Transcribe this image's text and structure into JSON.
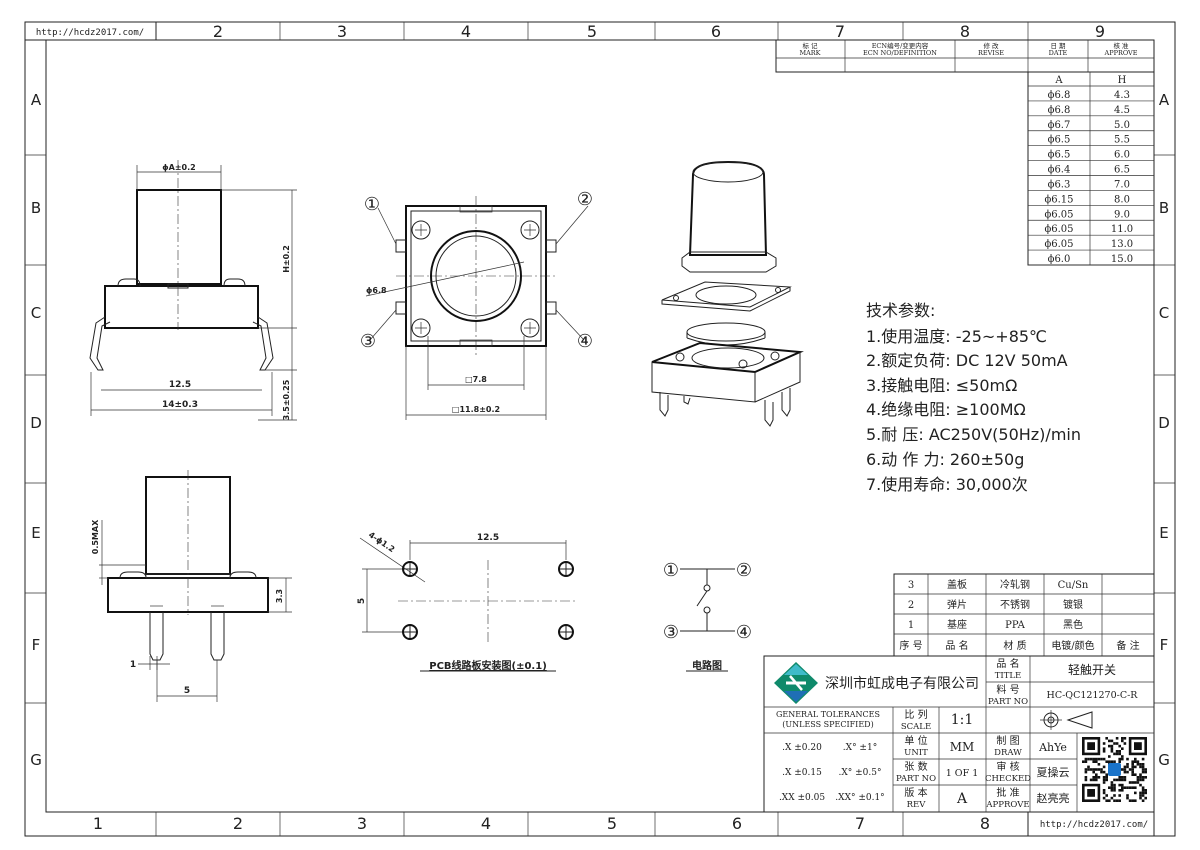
{
  "website": "http://hcdz2017.com/",
  "col_numbers": [
    "1",
    "2",
    "3",
    "4",
    "5",
    "6",
    "7",
    "8",
    "9"
  ],
  "row_letters": [
    "A",
    "B",
    "C",
    "D",
    "E",
    "F",
    "G"
  ],
  "revision_header": {
    "mark_cn": "标 记",
    "mark_en": "MARK",
    "ecn_cn": "ECN编号/变更内容",
    "ecn_en": "ECN NO/DEFINITION",
    "revise_cn": "修 改",
    "revise_en": "REVISE",
    "date_cn": "日 期",
    "date_en": "DATE",
    "approve_cn": "核 准",
    "approve_en": "APPROVE"
  },
  "height_table": {
    "headers": [
      "A",
      "H"
    ],
    "rows": [
      [
        "ϕ6.8",
        "4.3"
      ],
      [
        "ϕ6.8",
        "4.5"
      ],
      [
        "ϕ6.7",
        "5.0"
      ],
      [
        "ϕ6.5",
        "5.5"
      ],
      [
        "ϕ6.5",
        "6.0"
      ],
      [
        "ϕ6.4",
        "6.5"
      ],
      [
        "ϕ6.3",
        "7.0"
      ],
      [
        "ϕ6.15",
        "8.0"
      ],
      [
        "ϕ6.05",
        "9.0"
      ],
      [
        "ϕ6.05",
        "11.0"
      ],
      [
        "ϕ6.05",
        "13.0"
      ],
      [
        "ϕ6.0",
        "15.0"
      ]
    ]
  },
  "specs": {
    "title": "技术参数:",
    "items": [
      "1.使用温度: -25~+85℃",
      "2.额定负荷: DC 12V 50mA",
      "3.接触电阻: ≤50mΩ",
      "4.绝缘电阻: ≥100MΩ",
      "5.耐    压: AC250V(50Hz)/min",
      "6.动 作 力: 260±50g",
      "7.使用寿命: 30,000次"
    ]
  },
  "dims": {
    "phiA": "ϕA±0.2",
    "H": "H±0.2",
    "w125": "12.5",
    "w14": "14±0.3",
    "h35": "3.5±0.25",
    "phi68": "ϕ6.8",
    "sq78": "□7.8",
    "sq118": "□11.8±0.2",
    "max05": "0.5MAX",
    "h33": "3.3",
    "one": "1",
    "five": "5",
    "pcb_125": "12.5",
    "pcb_5": "5",
    "holes": "4-ϕ1.2"
  },
  "pins": [
    "①",
    "②",
    "③",
    "④"
  ],
  "captions": {
    "pcb": "PCB线路板安装图(±0.1)",
    "circuit": "电路图"
  },
  "bom": {
    "rows": [
      [
        "3",
        "盖板",
        "冷轧钢",
        "Cu/Sn",
        ""
      ],
      [
        "2",
        "弹片",
        "不锈钢",
        "镀银",
        ""
      ],
      [
        "1",
        "基座",
        "PPA",
        "黑色",
        ""
      ]
    ],
    "header": [
      "序 号",
      "品 名",
      "材 质",
      "电镀/颜色",
      "备 注"
    ]
  },
  "title_block": {
    "company": "深圳市虹成电子有限公司",
    "title_cn": "品 名",
    "title_en": "TITLE",
    "title_value": "轻触开关",
    "partno_cn": "料 号",
    "partno_en": "PART NO",
    "partno_value": "HC-QC121270-C-R",
    "gen_tol_1": "GENERAL TOLERANCES",
    "gen_tol_2": "(UNLESS SPECIFIED)",
    "tol": [
      [
        ".X  ±0.20",
        ".X°  ±1°"
      ],
      [
        ".X  ±0.15",
        ".X°  ±0.5°"
      ],
      [
        ".XX  ±0.05",
        ".XX°  ±0.1°"
      ]
    ],
    "scale_cn": "比 列",
    "scale_en": "SCALE",
    "scale_value": "1:1",
    "unit_cn": "单 位",
    "unit_en": "UNIT",
    "unit_value": "MM",
    "sheet_cn": "张 数",
    "sheet_en": "PART NO",
    "sheet_value": "1 OF 1",
    "rev_cn": "版 本",
    "rev_en": "REV",
    "rev_value": "A",
    "draw_cn": "制 图",
    "draw_en": "DRAW",
    "draw_value": "AhYe",
    "check_cn": "审 核",
    "check_en": "CHECKED",
    "check_value": "夏操云",
    "appr_cn": "批 准",
    "appr_en": "APPROVE",
    "appr_value": "赵亮亮"
  }
}
